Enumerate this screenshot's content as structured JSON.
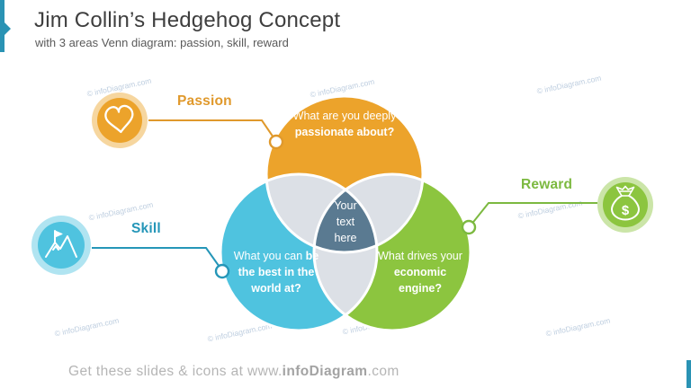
{
  "header": {
    "title": "Jim Collin’s Hedgehog Concept",
    "subtitle": "with 3 areas Venn diagram: passion, skill, reward"
  },
  "venn": {
    "passion": {
      "label": "Passion",
      "question_normal": "What are you deeply ",
      "question_bold": "passionate about?",
      "color": "#ECA32B",
      "accent": "#E0992C"
    },
    "skill": {
      "label": "Skill",
      "question_normal": "What you can ",
      "question_bold": "be the best in the world at?",
      "color": "#4FC3DF",
      "accent": "#2596B8"
    },
    "reward": {
      "label": "Reward",
      "question_normal": "What drives your ",
      "question_bold": "economic engine?",
      "color": "#8CC53F",
      "accent": "#7CB940"
    },
    "center": {
      "text": "Your text here",
      "color": "#5A7A91"
    },
    "overlap_color": "#DCE0E6",
    "reward_glyph": "$"
  },
  "footer": {
    "prefix": "Get these slides & icons at www.",
    "brand": "infoDiagram",
    "suffix": ".com"
  },
  "watermark": {
    "text": "© infoDiagram.com"
  }
}
